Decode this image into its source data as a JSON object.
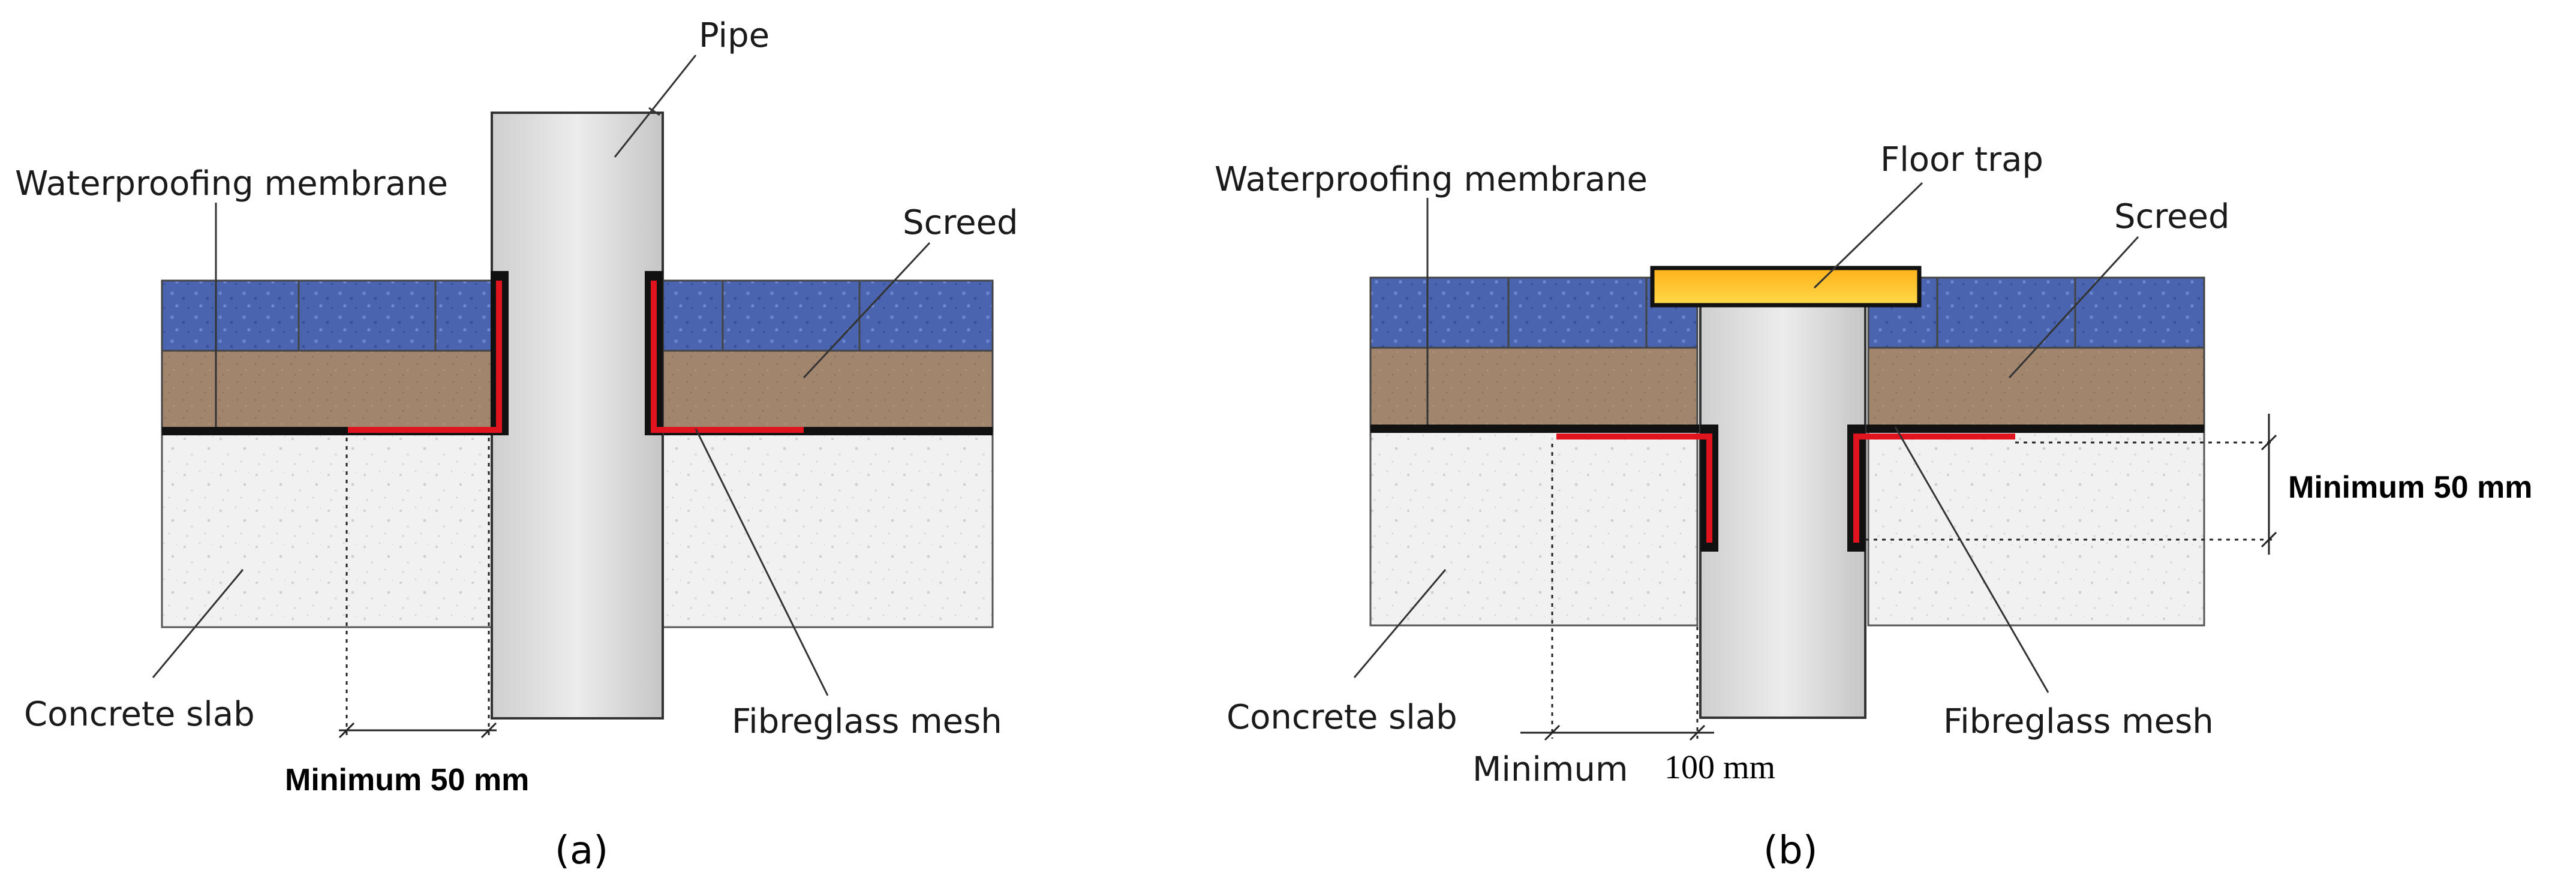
{
  "colors": {
    "tile": "#4a64b0",
    "screed": "#a2856d",
    "concrete": "#f1f1f1",
    "pipe": "#d4d4d4",
    "membrane": "#111111",
    "mesh": "#e0141e",
    "trap": "#f9c21a"
  },
  "diagram_a": {
    "pipe_label": "Pipe",
    "membrane_label": "Waterproofing membrane",
    "screed_label": "Screed",
    "slab_label": "Concrete slab",
    "mesh_label": "Fibreglass mesh",
    "dimension_label": "Minimum 50 mm",
    "caption": "(a)"
  },
  "diagram_b": {
    "trap_label": "Floor trap",
    "membrane_label": "Waterproofing membrane",
    "screed_label": "Screed",
    "slab_label": "Concrete slab",
    "mesh_label": "Fibreglass mesh",
    "dimension_vertical_label": "Minimum 50 mm",
    "dimension_horizontal_prefix": "Minimum",
    "dimension_horizontal_value": "100 mm",
    "caption": "(b)"
  }
}
